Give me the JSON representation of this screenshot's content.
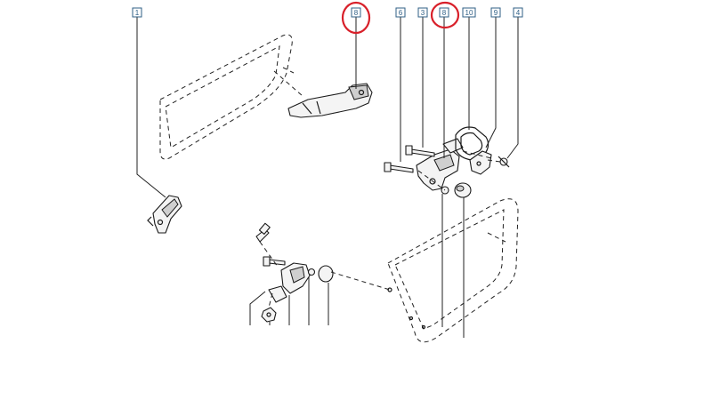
{
  "callouts": [
    {
      "id": "c1",
      "label": "1"
    },
    {
      "id": "c8a",
      "label": "8"
    },
    {
      "id": "c6",
      "label": "6"
    },
    {
      "id": "c3",
      "label": "3"
    },
    {
      "id": "c8b",
      "label": "8"
    },
    {
      "id": "c10",
      "label": "10"
    },
    {
      "id": "c9",
      "label": "9"
    },
    {
      "id": "c4",
      "label": "4"
    }
  ],
  "highlighted": [
    "c8a",
    "c8b"
  ],
  "colors": {
    "callout": "#2f5f86",
    "highlight": "#d8202a",
    "line": "#1a1a1a"
  }
}
